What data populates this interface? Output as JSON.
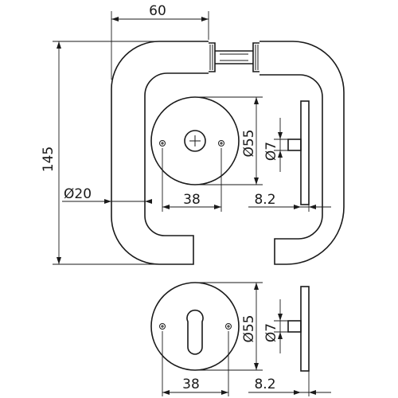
{
  "labels": {
    "width_60": "60",
    "height_145": "145",
    "dia_20": "Ø20",
    "dia_55_top": "Ø55",
    "dia_7_top": "Ø7",
    "hole_38_top": "38",
    "offset_82_top": "8.2",
    "dia_55_bottom": "Ø55",
    "dia_7_bottom": "Ø7",
    "hole_38_bottom": "38",
    "offset_82_bottom": "8.2"
  }
}
